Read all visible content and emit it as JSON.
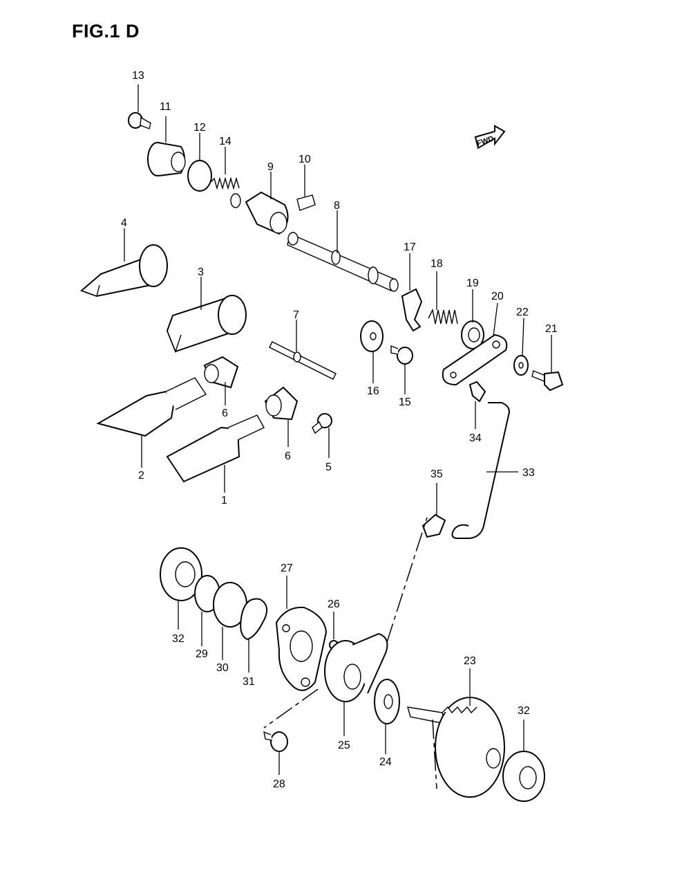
{
  "figure": {
    "title": "FIG.1 D",
    "direction_badge": "FWD"
  },
  "callouts": [
    {
      "id": "13",
      "label": "13"
    },
    {
      "id": "11",
      "label": "11"
    },
    {
      "id": "12",
      "label": "12"
    },
    {
      "id": "14",
      "label": "14"
    },
    {
      "id": "9",
      "label": "9"
    },
    {
      "id": "10",
      "label": "10"
    },
    {
      "id": "8",
      "label": "8"
    },
    {
      "id": "4",
      "label": "4"
    },
    {
      "id": "3",
      "label": "3"
    },
    {
      "id": "7",
      "label": "7"
    },
    {
      "id": "17",
      "label": "17"
    },
    {
      "id": "18",
      "label": "18"
    },
    {
      "id": "19",
      "label": "19"
    },
    {
      "id": "20",
      "label": "20"
    },
    {
      "id": "22",
      "label": "22"
    },
    {
      "id": "21",
      "label": "21"
    },
    {
      "id": "16",
      "label": "16"
    },
    {
      "id": "15",
      "label": "15"
    },
    {
      "id": "6a",
      "label": "6"
    },
    {
      "id": "6b",
      "label": "6"
    },
    {
      "id": "5",
      "label": "5"
    },
    {
      "id": "2",
      "label": "2"
    },
    {
      "id": "1",
      "label": "1"
    },
    {
      "id": "34",
      "label": "34"
    },
    {
      "id": "33",
      "label": "33"
    },
    {
      "id": "35",
      "label": "35"
    },
    {
      "id": "27",
      "label": "27"
    },
    {
      "id": "26",
      "label": "26"
    },
    {
      "id": "32a",
      "label": "32"
    },
    {
      "id": "29",
      "label": "29"
    },
    {
      "id": "30",
      "label": "30"
    },
    {
      "id": "31",
      "label": "31"
    },
    {
      "id": "23",
      "label": "23"
    },
    {
      "id": "32b",
      "label": "32"
    },
    {
      "id": "25",
      "label": "25"
    },
    {
      "id": "24",
      "label": "24"
    },
    {
      "id": "28",
      "label": "28"
    }
  ]
}
